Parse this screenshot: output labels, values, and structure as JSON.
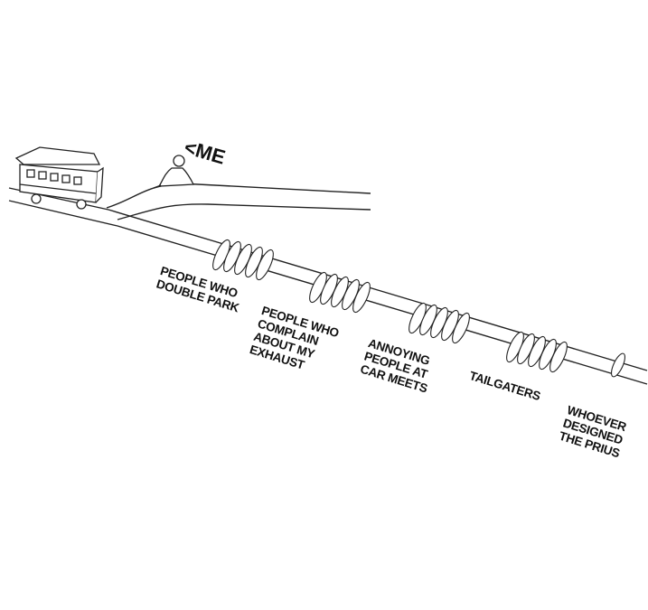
{
  "me_label": "<ME",
  "groups": [
    {
      "label": "PEOPLE WHO\nDOUBLE PARK"
    },
    {
      "label": "PEOPLE WHO\nCOMPLAIN\nABOUT MY\nEXHAUST"
    },
    {
      "label": "ANNOYING\nPEOPLE AT\nCAR MEETS"
    },
    {
      "label": "TAILGATERS"
    },
    {
      "label": "WHOEVER\nDESIGNED\nTHE PRIUS"
    }
  ]
}
